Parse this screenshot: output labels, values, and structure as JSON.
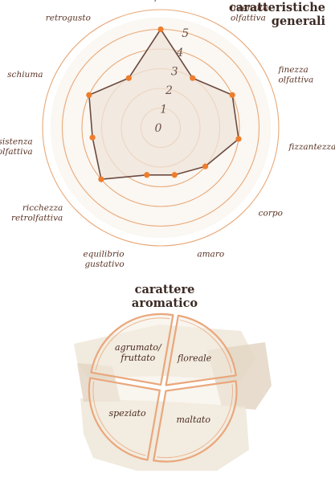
{
  "chart_data": [
    {
      "type": "radar",
      "title": [
        "caratteristiche",
        "generali"
      ],
      "axes": [
        {
          "label": [
            "aspetto"
          ],
          "value": 5
        },
        {
          "label": [
            "intensità",
            "olfattiva"
          ],
          "value": 3
        },
        {
          "label": [
            "finezza",
            "olfattiva"
          ],
          "value": 4
        },
        {
          "label": [
            "fizzantezza"
          ],
          "value": 4
        },
        {
          "label": [
            "corpo"
          ],
          "value": 3
        },
        {
          "label": [
            "amaro"
          ],
          "value": 2.5
        },
        {
          "label": [
            "equilibrio",
            "gustativo"
          ],
          "value": 2.5
        },
        {
          "label": [
            "ricchezza",
            "retrolfattiva"
          ],
          "value": 4
        },
        {
          "label": [
            "persistenza",
            "retrolfattiva"
          ],
          "value": 3.5
        },
        {
          "label": [
            "schiuma"
          ],
          "value": 4
        },
        {
          "label": [
            "retrogusto"
          ],
          "value": 3
        }
      ],
      "scale_ticks": [
        "0",
        "1",
        "2",
        "3",
        "4",
        "5"
      ],
      "rmax": 5,
      "colors": {
        "ring": "#e8a878",
        "line": "#6b4a40",
        "point": "#ee7d2c",
        "fill": "#efe4da"
      }
    },
    {
      "type": "pie",
      "title": [
        "carattere",
        "aromatico"
      ],
      "slices": [
        {
          "label": [
            "floreale"
          ],
          "value": 20
        },
        {
          "label": [
            "maltato"
          ],
          "value": 30
        },
        {
          "label": [
            "speziato"
          ],
          "value": 25
        },
        {
          "label": [
            "agrumato/",
            "fruttato"
          ],
          "value": 25
        }
      ],
      "colors": {
        "outline": "#e9a77c",
        "paper": "#efe6d8",
        "paper_dark": "#e3d6c4"
      }
    }
  ]
}
